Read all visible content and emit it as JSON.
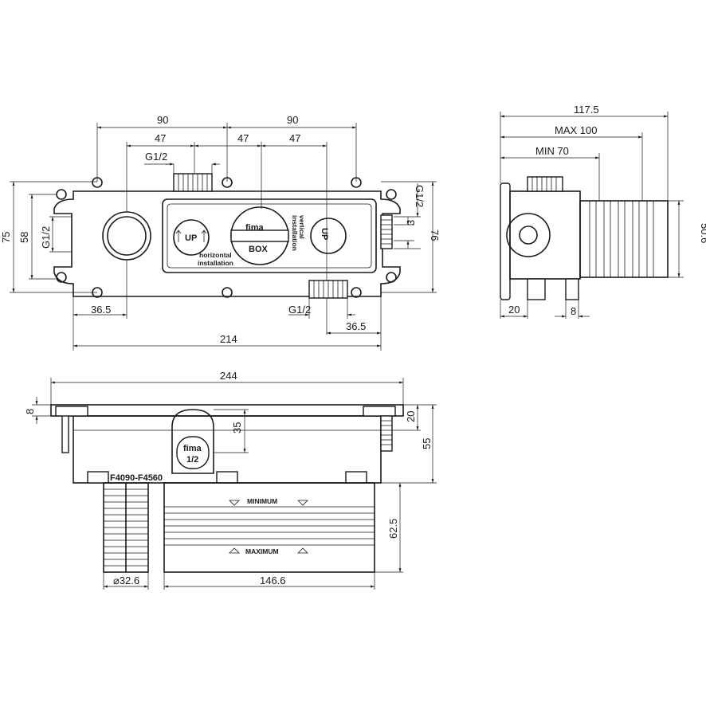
{
  "top_view": {
    "dims": {
      "d90_left": "90",
      "d90_right": "90",
      "d47_a": "47",
      "d47_b": "47",
      "d47_c": "47",
      "g12_top": "G1/2",
      "g12_bottom": "G1/2",
      "g12_left": "G1/2",
      "g12_right": "G1/2",
      "d75": "75",
      "d58": "58",
      "d76": "76",
      "d3": "3",
      "d365_left": "36.5",
      "d365_right": "36.5",
      "d214": "214"
    },
    "labels": {
      "up_left": "UP",
      "up_right": "UP",
      "horizontal_line1": "horizontal",
      "horizontal_line2": "installation",
      "vertical_line1": "vertical",
      "vertical_line2": "installation",
      "brand": "fima",
      "box": "BOX"
    }
  },
  "side_view": {
    "dims": {
      "d1175": "117.5",
      "max100": "MAX 100",
      "min70": "MIN 70",
      "d506": "50.6",
      "d20": "20",
      "d8": "8"
    }
  },
  "front_view": {
    "dims": {
      "d244": "244",
      "d8": "8",
      "d35": "35",
      "d20": "20",
      "d55": "55",
      "d625": "62.5",
      "d326": "⌀32.6",
      "d1466": "146.6"
    },
    "labels": {
      "model": "F4090-F4560",
      "minimum": "MINIMUM",
      "maximum": "MAXIMUM",
      "cap_brand": "fima",
      "cap_size": "1/2"
    }
  }
}
